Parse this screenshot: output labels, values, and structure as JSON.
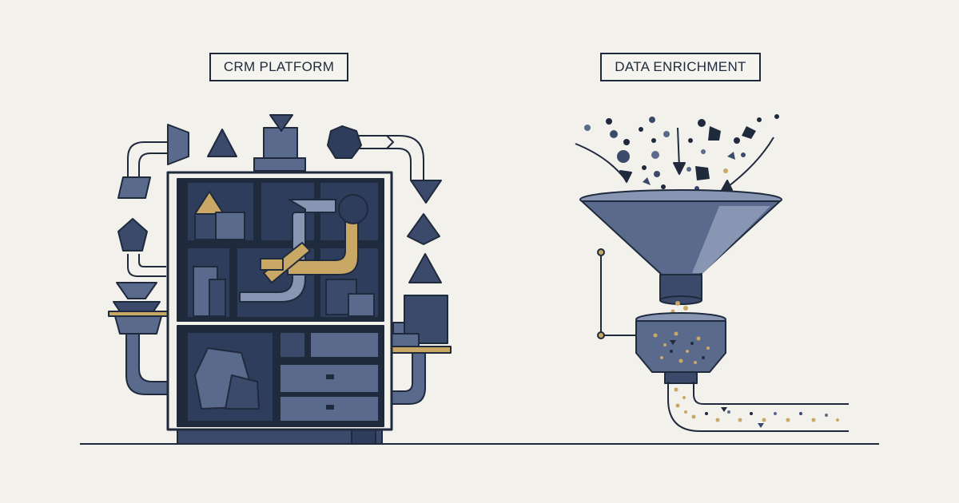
{
  "labels": {
    "crm_platform": "CRM PLATFORM",
    "data_enrichment": "DATA ENRICHMENT"
  },
  "colors": {
    "background": "#f3f1eb",
    "ink": "#1f2a3d",
    "slate": "#5a6a8c",
    "slate_dark": "#3b4a6b",
    "slate_light": "#8896b3",
    "gold": "#c9a764"
  },
  "icons": {
    "left": "crm-machine-cabinet",
    "right": "data-funnel-filter"
  }
}
